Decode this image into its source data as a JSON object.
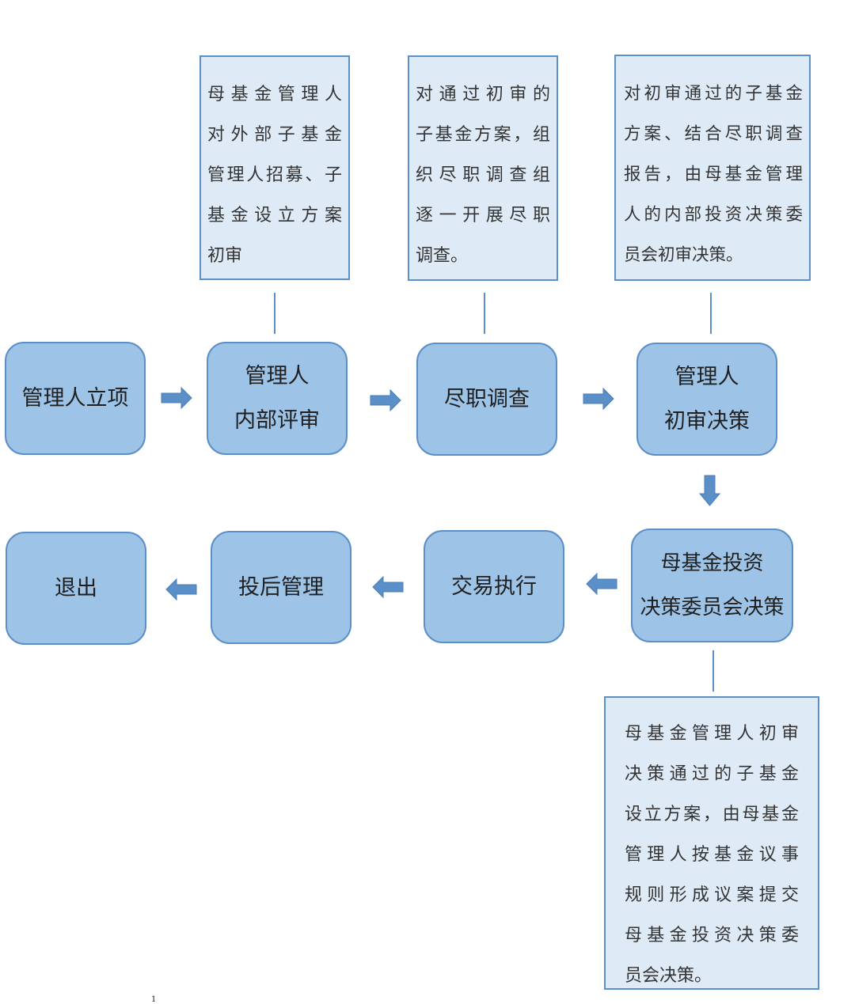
{
  "nodes": {
    "project": [
      "管理人立项"
    ],
    "internal_review": [
      "管理人",
      "内部评审"
    ],
    "due_diligence": [
      "尽职调查"
    ],
    "initial_decision": [
      "管理人",
      "初审决策"
    ],
    "committee_decision": [
      "母基金投资",
      "决策委员会决策"
    ],
    "execution": [
      "交易执行"
    ],
    "post_investment": [
      "投后管理"
    ],
    "exit": [
      "退出"
    ]
  },
  "notes": {
    "internal_review": [
      "母基金管理人",
      "对外部子基金",
      "管理人招募、子",
      "基金设立方案",
      "初审"
    ],
    "due_diligence": [
      "对通过初审的",
      "子基金方案，组",
      "织尽职调查组",
      "逐一开展尽职",
      "调查。"
    ],
    "initial_decision": [
      "对初审通过的子基金",
      "方案、结合尽职调查",
      "报告，由母基金管理",
      "人的内部投资决策委",
      "员会初审决策。"
    ],
    "committee_decision": [
      "母基金管理人初审",
      "决策通过的子基金",
      "设立方案，由母基金",
      "管理人按基金议事",
      "规则形成议案提交",
      "母基金投资决策委",
      "员会决策。"
    ]
  },
  "footnote": "1",
  "colors": {
    "node_fill": "#9dc3e6",
    "node_border": "#5b8fc7",
    "note_fill": "#deebf7",
    "arrow": "#5b8fc7"
  }
}
